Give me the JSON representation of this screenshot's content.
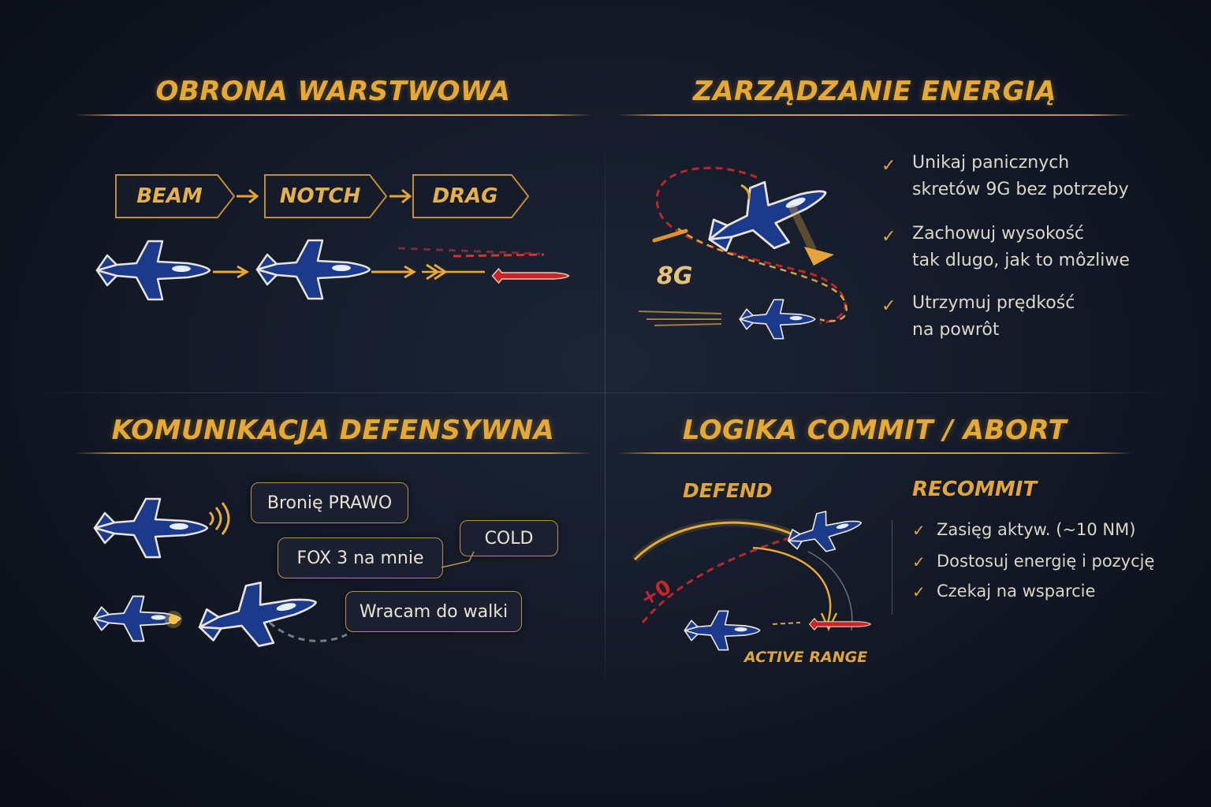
{
  "sections": {
    "q1": {
      "title": "OBRONA WARSTWOWA",
      "steps": [
        "BEAM",
        "NOTCH",
        "DRAG"
      ]
    },
    "q2": {
      "title": "ZARZĄDZANIE ENERGIĄ",
      "g_label": "8G",
      "bullets": [
        {
          "line1": "Unikaj panicznych",
          "line2": "skretów 9G bez potrzeby"
        },
        {
          "line1": "Zachowuj wysokość",
          "line2": "tak dlugo, jak to môzliwe"
        },
        {
          "line1": "Utrzymuj prędkość",
          "line2": "na powrôt"
        }
      ]
    },
    "q3": {
      "title": "KOMUNIKACJA DEFENSYWNA",
      "bubbles": [
        "Bronię PRAWO",
        "COLD",
        "FOX 3 na mnie",
        "Wracam do walki"
      ]
    },
    "q4": {
      "title": "LOGIKA COMMIT / ABORT",
      "defend_label": "DEFEND",
      "recommit_label": "RECOMMIT",
      "active_range_label": "ACTIVE RANGE",
      "marker": "+0",
      "bullets": [
        "Zasięg aktyw. (~10 NM)",
        "Dostosuj energię i pozycję",
        "Czekaj na wsparcie"
      ]
    }
  },
  "colors": {
    "gold": "#e1a53c",
    "jet_blue": "#1e3a8a",
    "missile_red": "#c8242a",
    "background": "#121826"
  }
}
